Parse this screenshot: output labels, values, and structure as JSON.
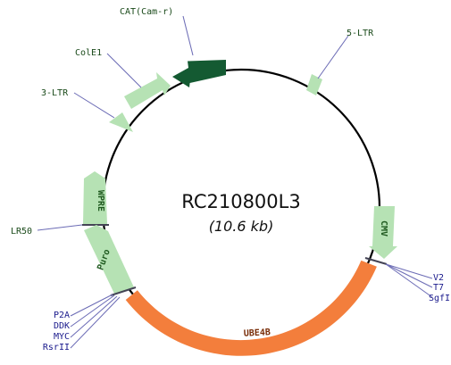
{
  "plasmid": {
    "name": "RC210800L3",
    "size": "(10.6 kb)"
  },
  "features": {
    "cat": "CAT(Cam-r)",
    "ltr5": "5-LTR",
    "cole1": "ColE1",
    "ltr3": "3-LTR",
    "wpre": "WPRE",
    "lr50": "LR50",
    "puro": "Puro",
    "cmv": "CMV",
    "ube4b": "UBE4B"
  },
  "sites": {
    "v2": "V2",
    "t7": "T7",
    "sgf1": "SgfI",
    "p2a": "P2A",
    "ddk": "DDK",
    "myc": "MYC",
    "rsr2": "RsrII"
  },
  "colors": {
    "backbone": "#000000",
    "light_feature": "#b6e2b4",
    "dark_feature": "#145a32",
    "orf": "#f37e3c",
    "site_label": "#1a1a8c",
    "line": "#6b6bb5"
  }
}
